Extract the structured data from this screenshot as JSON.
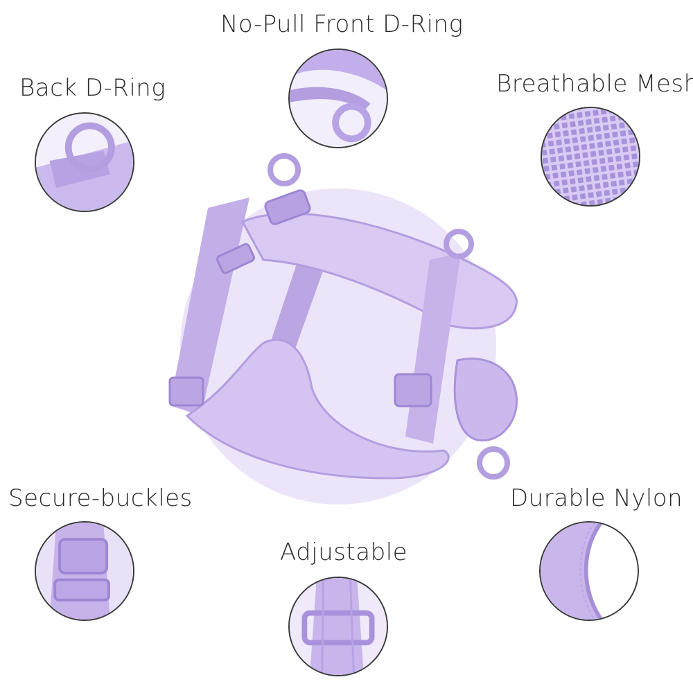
{
  "features": {
    "front_ring": {
      "label": "No-Pull Front D-Ring",
      "icon": "front-d-ring-icon"
    },
    "back_ring": {
      "label": "Back D-Ring",
      "icon": "back-d-ring-icon"
    },
    "mesh": {
      "label": "Breathable Mesh",
      "icon": "mesh-texture-icon"
    },
    "buckles": {
      "label": "Secure-buckles",
      "icon": "buckle-icon"
    },
    "adjustable": {
      "label": "Adjustable",
      "icon": "adjuster-slide-icon"
    },
    "nylon": {
      "label": "Durable Nylon",
      "icon": "nylon-padding-icon"
    }
  },
  "colors": {
    "lavender": "#c9b7ec",
    "lavender_dark": "#a58fd6",
    "lavender_light": "#e6dcf7",
    "backdrop": "#ece4f9",
    "text": "#2a2a2a"
  }
}
